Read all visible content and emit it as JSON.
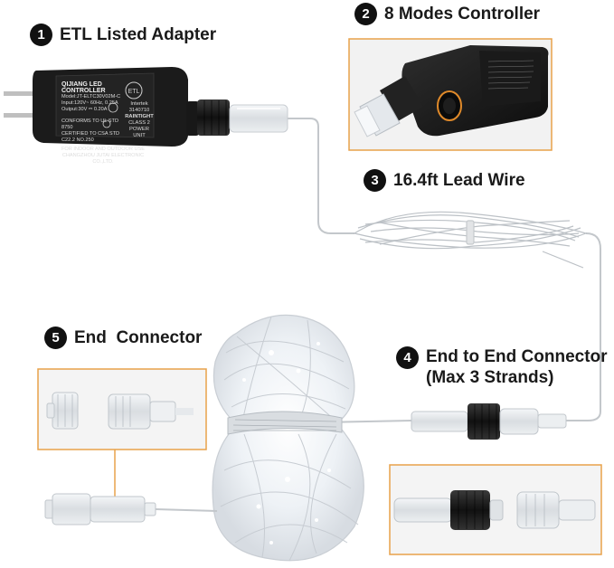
{
  "labels": {
    "adapter": {
      "num": "1",
      "text": "ETL Listed Adapter"
    },
    "controller": {
      "num": "2",
      "text": "8 Modes Controller"
    },
    "lead_wire": {
      "num": "3",
      "text": "16.4ft Lead Wire"
    },
    "e2e": {
      "num": "4",
      "line1": "End to End Connector",
      "line2": "(Max 3 Strands)"
    },
    "end_connector": {
      "num": "5",
      "text": "End  Connector"
    }
  },
  "adapter_print": {
    "brand": "QIJIANG",
    "title": "LED CONTROLLER",
    "model": "Model:JT-ELTC30V02M-C",
    "input": "Input:120V~ 60Hz, 0.25A",
    "output": "Output:30V ⎓ 0.20A",
    "conform": "CONFORMS TO UL STD",
    "std1": "8750",
    "certified": "CERTIFIED TO CSA STD",
    "std2": "C22.2 NO.250",
    "usage": "FOR INDOOR AND OUTDOOR USE",
    "maker": "CHANGZHOU JUTAI ELECTRONIC CO.,LTD.",
    "intertek": "Intertek",
    "intertek_no": "3140710",
    "raintight": "RAINTIGHT",
    "class": "CLASS 2 POWER UNIT"
  },
  "colors": {
    "badge": "#111111",
    "inset_border": "#e8a24a",
    "adapter_body": "#1c1c1c",
    "wire": "#bfc3c7"
  }
}
